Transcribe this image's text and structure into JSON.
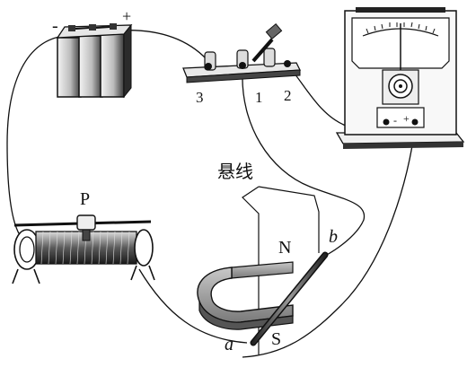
{
  "battery": {
    "minus_label": "-",
    "plus_label": "+"
  },
  "switch": {
    "terminal_labels": [
      "3",
      "1",
      "2"
    ]
  },
  "meter": {
    "minus_label": "-",
    "plus_label": "+"
  },
  "rheostat": {
    "label": "P"
  },
  "suspension": {
    "label": "悬线"
  },
  "magnet": {
    "north_label": "N",
    "south_label": "S"
  },
  "rod": {
    "end_a_label": "a",
    "end_b_label": "b"
  }
}
